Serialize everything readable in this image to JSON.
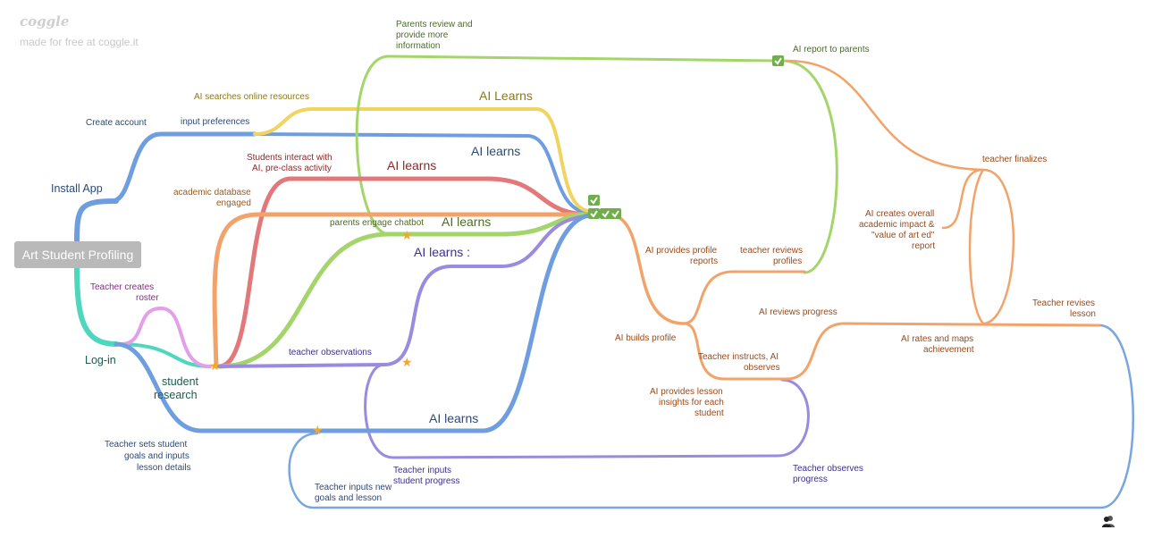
{
  "brand": {
    "logo_text": "coggle",
    "subtitle": "made for free at coggle.it"
  },
  "root": {
    "label": "Art Student Profiling"
  },
  "colors": {
    "blue": "#6f9ee0",
    "teal": "#4fd6bf",
    "pink": "#e3a0e8",
    "orange": "#f1a36a",
    "red": "#e2787a",
    "green": "#a4d56b",
    "yellow": "#f0d45f",
    "purple": "#9a8ae0",
    "check": "#6fae4a",
    "star": "#f5a623"
  },
  "labels": {
    "install_app": "Install App",
    "create_account": "Create account",
    "input_preferences": "input preferences",
    "ai_searches": "AI searches online resources",
    "ai_learns_yellow": "AI Learns",
    "ai_learns_blue_top": "AI learns",
    "parents_review_1": "Parents review and",
    "parents_review_2": "provide more",
    "parents_review_3": "information",
    "ai_report_parents": "AI report to parents",
    "students_interact_1": "Students interact with",
    "students_interact_2": "AI, pre-class activity",
    "ai_learns_red": "AI learns",
    "academic_db_1": "academic database",
    "academic_db_2": "engaged",
    "parents_chatbot": "parents engage chatbot",
    "ai_learns_green": "AI learns",
    "ai_learns_purple": "AI learns :",
    "teacher_creates_1": "Teacher creates",
    "teacher_creates_2": "roster",
    "log_in": "Log-in",
    "student_research_1": "student",
    "student_research_2": "research",
    "teacher_observations": "teacher observations",
    "ai_learns_blue_bottom": "AI learns",
    "teacher_sets_1": "Teacher sets student",
    "teacher_sets_2": "goals and inputs",
    "teacher_sets_3": "lesson details",
    "teacher_inputs_progress_1": "Teacher inputs",
    "teacher_inputs_progress_2": "student progress",
    "teacher_inputs_new_1": "Teacher inputs new",
    "teacher_inputs_new_2": "goals and lesson",
    "ai_provides_profile_1": "AI provides profile",
    "ai_provides_profile_2": "reports",
    "teacher_reviews_1": "teacher reviews",
    "teacher_reviews_2": "profiles",
    "ai_builds_profile": "AI builds profile",
    "teacher_instructs_1": "Teacher instructs, AI",
    "teacher_instructs_2": "observes",
    "ai_reviews_progress": "AI reviews progress",
    "ai_provides_lesson_1": "AI provides lesson",
    "ai_provides_lesson_2": "insights for each",
    "ai_provides_lesson_3": "student",
    "teacher_observes_1": "Teacher observes",
    "teacher_observes_2": "progress",
    "teacher_finalizes": "teacher finalizes",
    "ai_creates_1": "AI creates overall",
    "ai_creates_2": "academic impact &",
    "ai_creates_3": "\"value of art ed\"",
    "ai_creates_4": "report",
    "ai_rates_1": "AI rates and maps",
    "ai_rates_2": "achievement",
    "teacher_revises_1": "Teacher revises",
    "teacher_revises_2": "lesson"
  },
  "icons": {
    "check": "check-icon",
    "star": "star-icon",
    "users": "users-icon"
  }
}
